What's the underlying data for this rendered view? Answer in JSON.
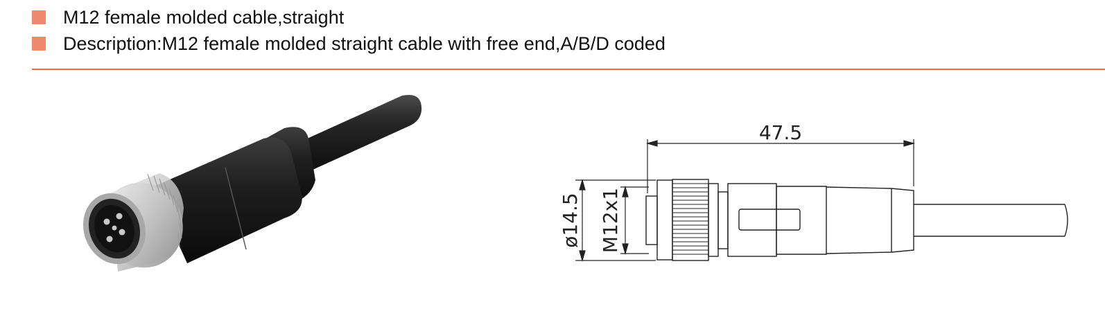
{
  "header": {
    "items": [
      {
        "text": "M12 female molded cable,straight"
      },
      {
        "text": "Description:M12 female molded straight cable with free end,A/B/D coded"
      }
    ]
  },
  "drawing": {
    "length": "47.5",
    "diameter": "ø14.5",
    "thread": "M12x1"
  },
  "colors": {
    "accent": "#ee8a6c",
    "divider": "#ef6a45",
    "cable": "#1c1c1c",
    "coupling_nut": "#c9c9c9"
  }
}
